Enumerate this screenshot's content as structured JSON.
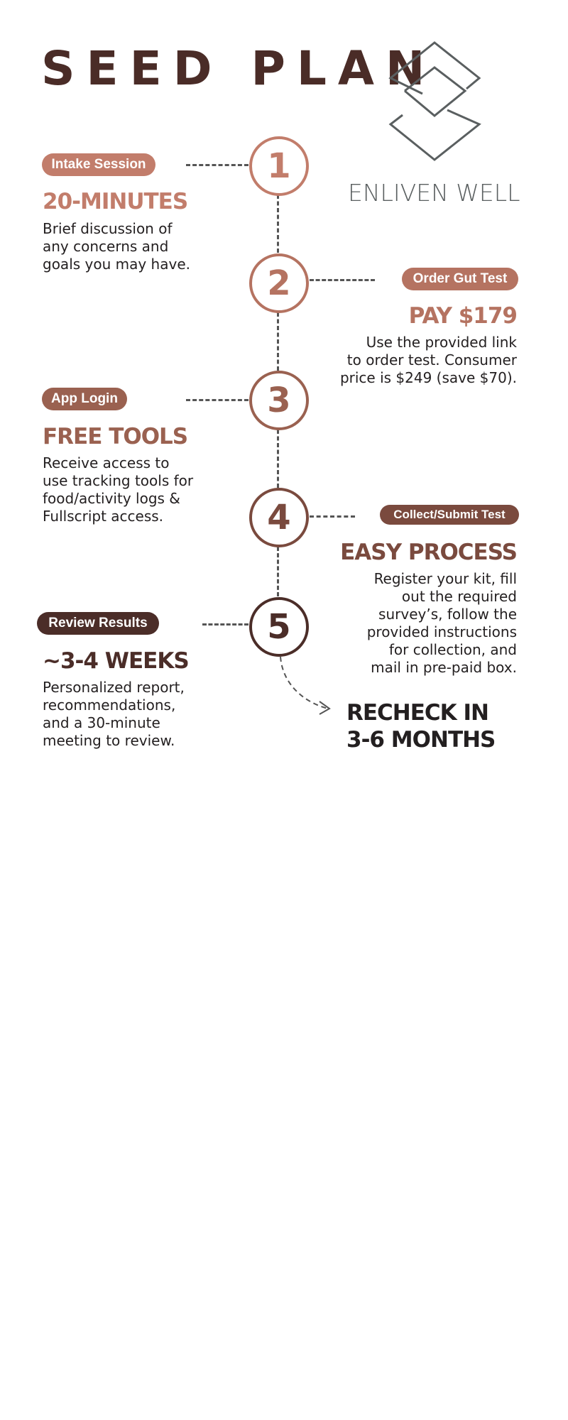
{
  "title": "SEED PLAN",
  "brand": {
    "name": "ENLIVEN WELL",
    "logo_icon": "double-diamond-logo"
  },
  "colors": {
    "title": "#4a2c27",
    "step1": "#c27d6b",
    "step2": "#b57361",
    "step3": "#9a6150",
    "step4": "#7a4a3e",
    "step5": "#4b2d28",
    "logo": "#5a5f60"
  },
  "steps": [
    {
      "number": "1",
      "pill": "Intake Session",
      "heading": "20-MINUTES",
      "lines": [
        "Brief discussion of",
        "any concerns and",
        "goals you may have."
      ]
    },
    {
      "number": "2",
      "pill": "Order Gut Test",
      "heading": "PAY $179",
      "lines": [
        "Use the provided link",
        "to order test. Consumer",
        "price is $249 (save $70)."
      ]
    },
    {
      "number": "3",
      "pill": "App Login",
      "heading": "FREE TOOLS",
      "lines": [
        "Receive access to",
        "use tracking tools for",
        "food/activity logs &",
        "Fullscript access."
      ]
    },
    {
      "number": "4",
      "pill": "Collect/Submit Test",
      "heading": "EASY PROCESS",
      "lines": [
        "Register your kit, fill",
        "out the required",
        "survey’s, follow the",
        "provided instructions",
        "for collection, and",
        "mail in pre-paid box."
      ]
    },
    {
      "number": "5",
      "pill": "Review Results",
      "heading": "~3-4 WEEKS",
      "lines": [
        "Personalized report,",
        "recommendations,",
        "and a 30-minute",
        "meeting to review."
      ]
    }
  ],
  "recheck": {
    "line1": "RECHECK IN",
    "line2": "3-6 MONTHS"
  }
}
